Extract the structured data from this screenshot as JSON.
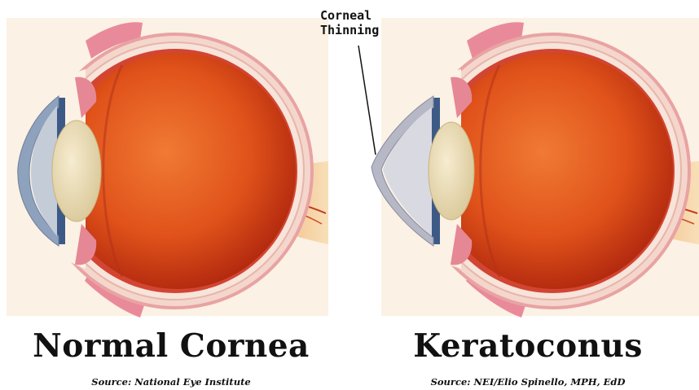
{
  "left": {
    "title": "Normal Cornea",
    "source": "Source: National Eye Institute"
  },
  "right": {
    "title": "Keratoconus",
    "source": "Source: NEI/Elio Spinello, MPH, EdD"
  },
  "callout": {
    "line1": "Corneal",
    "line2": "Thinning"
  },
  "colors": {
    "retina": "#e0521a",
    "sclera": "#f6dcd0",
    "lens": "#eee0b8",
    "cornea_normal": "#a8b6c8",
    "cornea_thin": "#ccccd6",
    "nerve": "#f3c58e"
  }
}
